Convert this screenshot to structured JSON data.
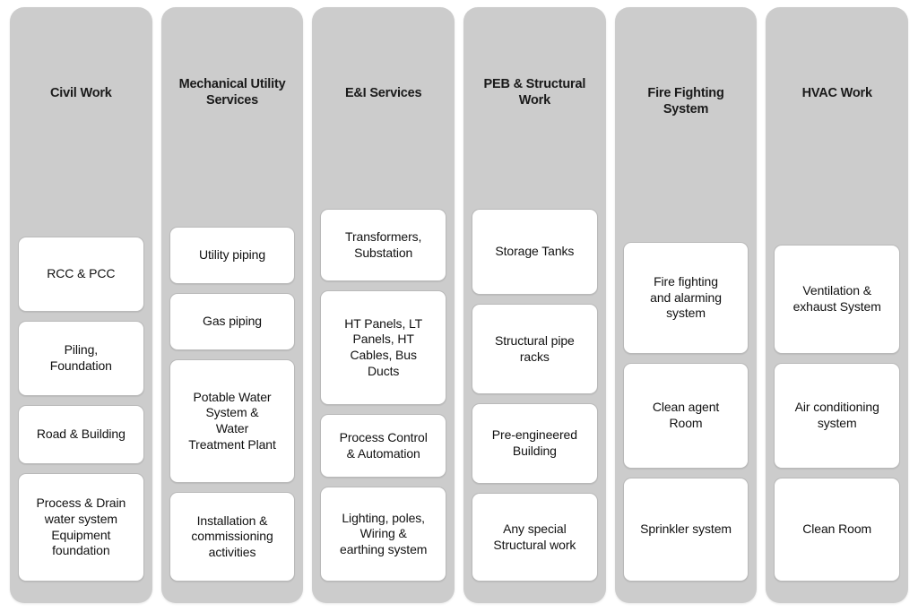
{
  "diagram": {
    "type": "swimlane-category-breakdown",
    "column_count": 6,
    "colors": {
      "column_background": "#cccccc",
      "card_background": "#ffffff",
      "card_border": "#b9b9b9",
      "text": "#111111",
      "page_background": "#ffffff"
    },
    "columns": [
      {
        "id": "civil-work",
        "title": "Civil Work",
        "items": [
          {
            "label": "RCC & PCC"
          },
          {
            "label": "Piling,\nFoundation"
          },
          {
            "label": "Road & Building"
          },
          {
            "label": "Process & Drain\nwater system\nEquipment\nfoundation"
          }
        ]
      },
      {
        "id": "mechanical-utility-services",
        "title": "Mechanical Utility\nServices",
        "items": [
          {
            "label": "Utility piping"
          },
          {
            "label": "Gas piping"
          },
          {
            "label": "Potable Water\nSystem &\nWater\nTreatment Plant"
          },
          {
            "label": "Installation &\ncommissioning\nactivities"
          }
        ]
      },
      {
        "id": "ei-services",
        "title": "E&I Services",
        "items": [
          {
            "label": "Transformers,\nSubstation"
          },
          {
            "label": "HT Panels, LT\nPanels, HT\nCables, Bus\nDucts"
          },
          {
            "label": "Process Control\n& Automation"
          },
          {
            "label": "Lighting, poles,\nWiring &\nearthing system"
          }
        ]
      },
      {
        "id": "peb-structural-work",
        "title": "PEB & Structural\nWork",
        "items": [
          {
            "label": "Storage Tanks"
          },
          {
            "label": "Structural pipe\nracks"
          },
          {
            "label": "Pre-engineered\nBuilding"
          },
          {
            "label": "Any special\nStructural work"
          }
        ]
      },
      {
        "id": "fire-fighting-system",
        "title": "Fire Fighting System",
        "items": [
          {
            "label": "Fire fighting\nand alarming\nsystem"
          },
          {
            "label": "Clean agent\nRoom"
          },
          {
            "label": "Sprinkler system"
          }
        ]
      },
      {
        "id": "hvac-work",
        "title": "HVAC Work",
        "items": [
          {
            "label": "Ventilation &\nexhaust  System"
          },
          {
            "label": "Air conditioning\nsystem"
          },
          {
            "label": "Clean Room"
          }
        ]
      }
    ]
  }
}
